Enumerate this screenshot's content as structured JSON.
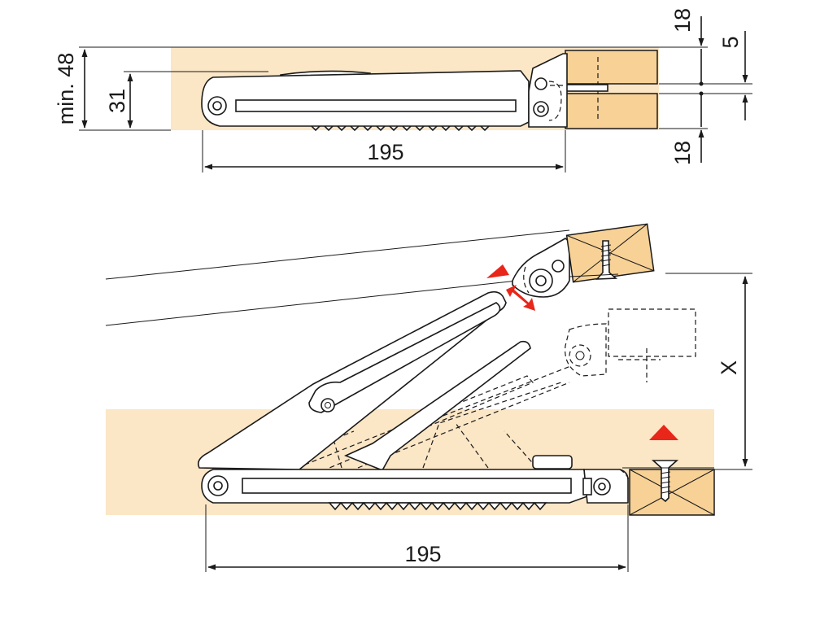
{
  "top_view": {
    "dim_min48": "min. 48",
    "dim_31": "31",
    "dim_195": "195",
    "dim_18_top": "18",
    "dim_5": "5",
    "dim_18_bottom": "18"
  },
  "bottom_view": {
    "dim_195": "195",
    "dim_x": "X"
  },
  "colors": {
    "wood": "#fbe6c6",
    "block": "#f7d196",
    "accent_red": "#e8261a"
  }
}
